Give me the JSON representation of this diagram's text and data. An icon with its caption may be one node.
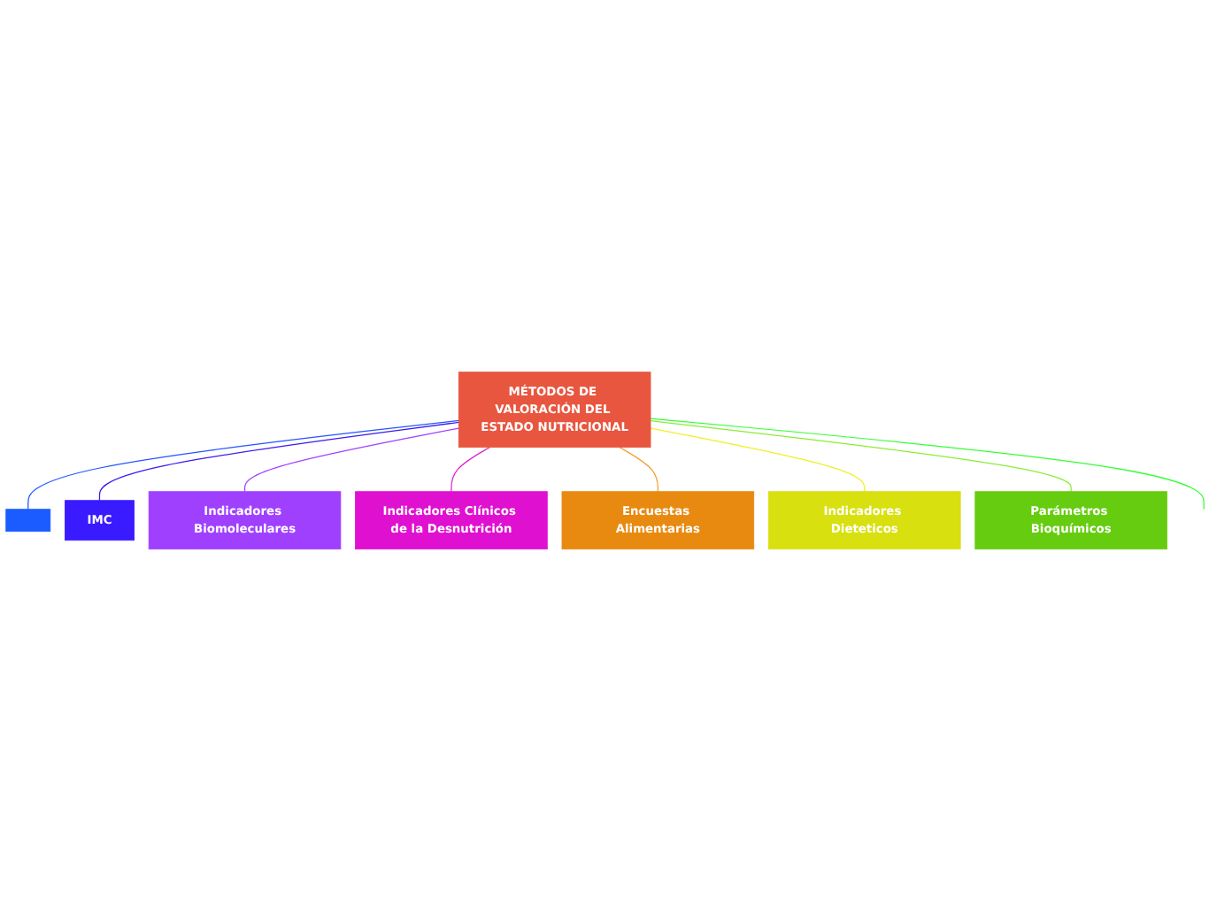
{
  "diagram": {
    "nodes": [
      {
        "text": [
          "MÉTODOS DE VALORACIÓN DEL ESTADO NUTRICIONAL"
        ]
      },
      {
        "text": [],
        "shape": "box"
      },
      {
        "text": [
          "IMC"
        ]
      },
      {
        "text": [
          "Indicadores Biomoleculares"
        ]
      },
      {
        "text": [
          "Indicadores Clínicos de la Desnutrición"
        ]
      },
      {
        "text": [
          "Encuestas Alimentarias"
        ]
      },
      {
        "text": [
          "Indicadores Dieteticos"
        ]
      },
      {
        "text": [
          "Parámetros Bioquímicos"
        ]
      }
    ],
    "edges": [
      {
        "from": 0,
        "to": 1,
        "arrow": "none",
        "color": "#2255ff"
      },
      {
        "from": 0,
        "to": 2,
        "arrow": "none",
        "color": "#3a1aee"
      },
      {
        "from": 0,
        "to": 3,
        "arrow": "none",
        "color": "#a040ff"
      },
      {
        "from": 0,
        "to": 4,
        "arrow": "none",
        "color": "#e020d0"
      },
      {
        "from": 0,
        "to": 5,
        "arrow": "none",
        "color": "#f0a030"
      },
      {
        "from": 0,
        "to": 6,
        "arrow": "none",
        "color": "#f0f020"
      },
      {
        "from": 0,
        "to": 7,
        "arrow": "none",
        "color": "#88ee33"
      },
      {
        "from": 0,
        "to": null,
        "arrow": "none",
        "color": "#33ff33"
      }
    ]
  }
}
